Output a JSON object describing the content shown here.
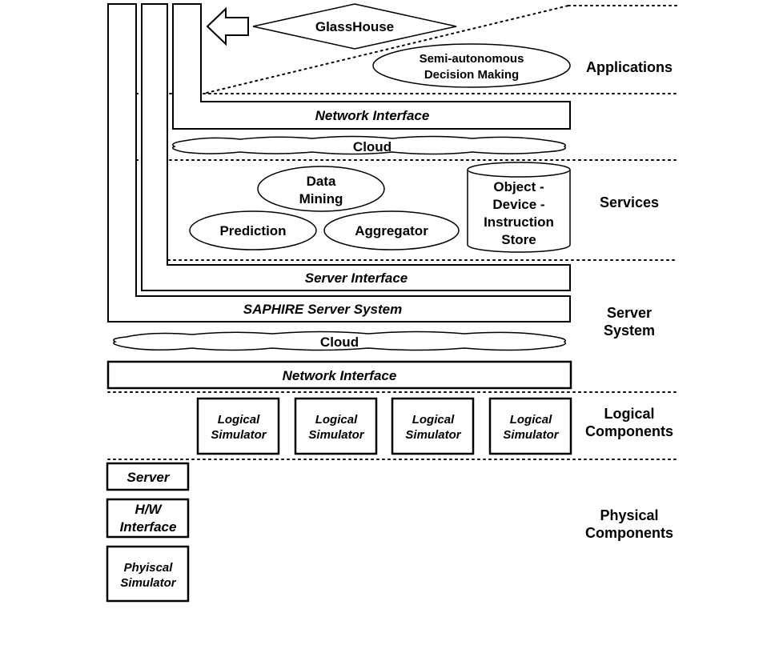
{
  "layers": {
    "applications": [
      "Applications"
    ],
    "services": [
      "Services"
    ],
    "server_system": [
      "Server",
      "System"
    ],
    "logical_components": [
      "Logical",
      "Components"
    ],
    "physical_components": [
      "Physical",
      "Components"
    ]
  },
  "applications": {
    "glasshouse": "GlassHouse",
    "decision_making": [
      "Semi-autonomous",
      "Decision Making"
    ]
  },
  "interfaces": {
    "network_interface_top": "Network Interface",
    "cloud_top": "Cloud",
    "server_interface": "Server Interface",
    "saphire_server": "SAPHIRE Server System",
    "cloud_bottom": "Cloud",
    "network_interface_bottom": "Network Interface"
  },
  "services": {
    "data_mining": [
      "Data",
      "Mining"
    ],
    "prediction": "Prediction",
    "aggregator": "Aggregator",
    "store": [
      "Object -",
      "Device -",
      "Instruction",
      "Store"
    ]
  },
  "logical_simulators": [
    [
      "Logical",
      "Simulator"
    ],
    [
      "Logical",
      "Simulator"
    ],
    [
      "Logical",
      "Simulator"
    ],
    [
      "Logical",
      "Simulator"
    ]
  ],
  "physical": {
    "server": "Server",
    "hw_interface": [
      "H/W",
      "Interface"
    ],
    "physical_simulator": [
      "Phyiscal",
      "Simulator"
    ]
  }
}
